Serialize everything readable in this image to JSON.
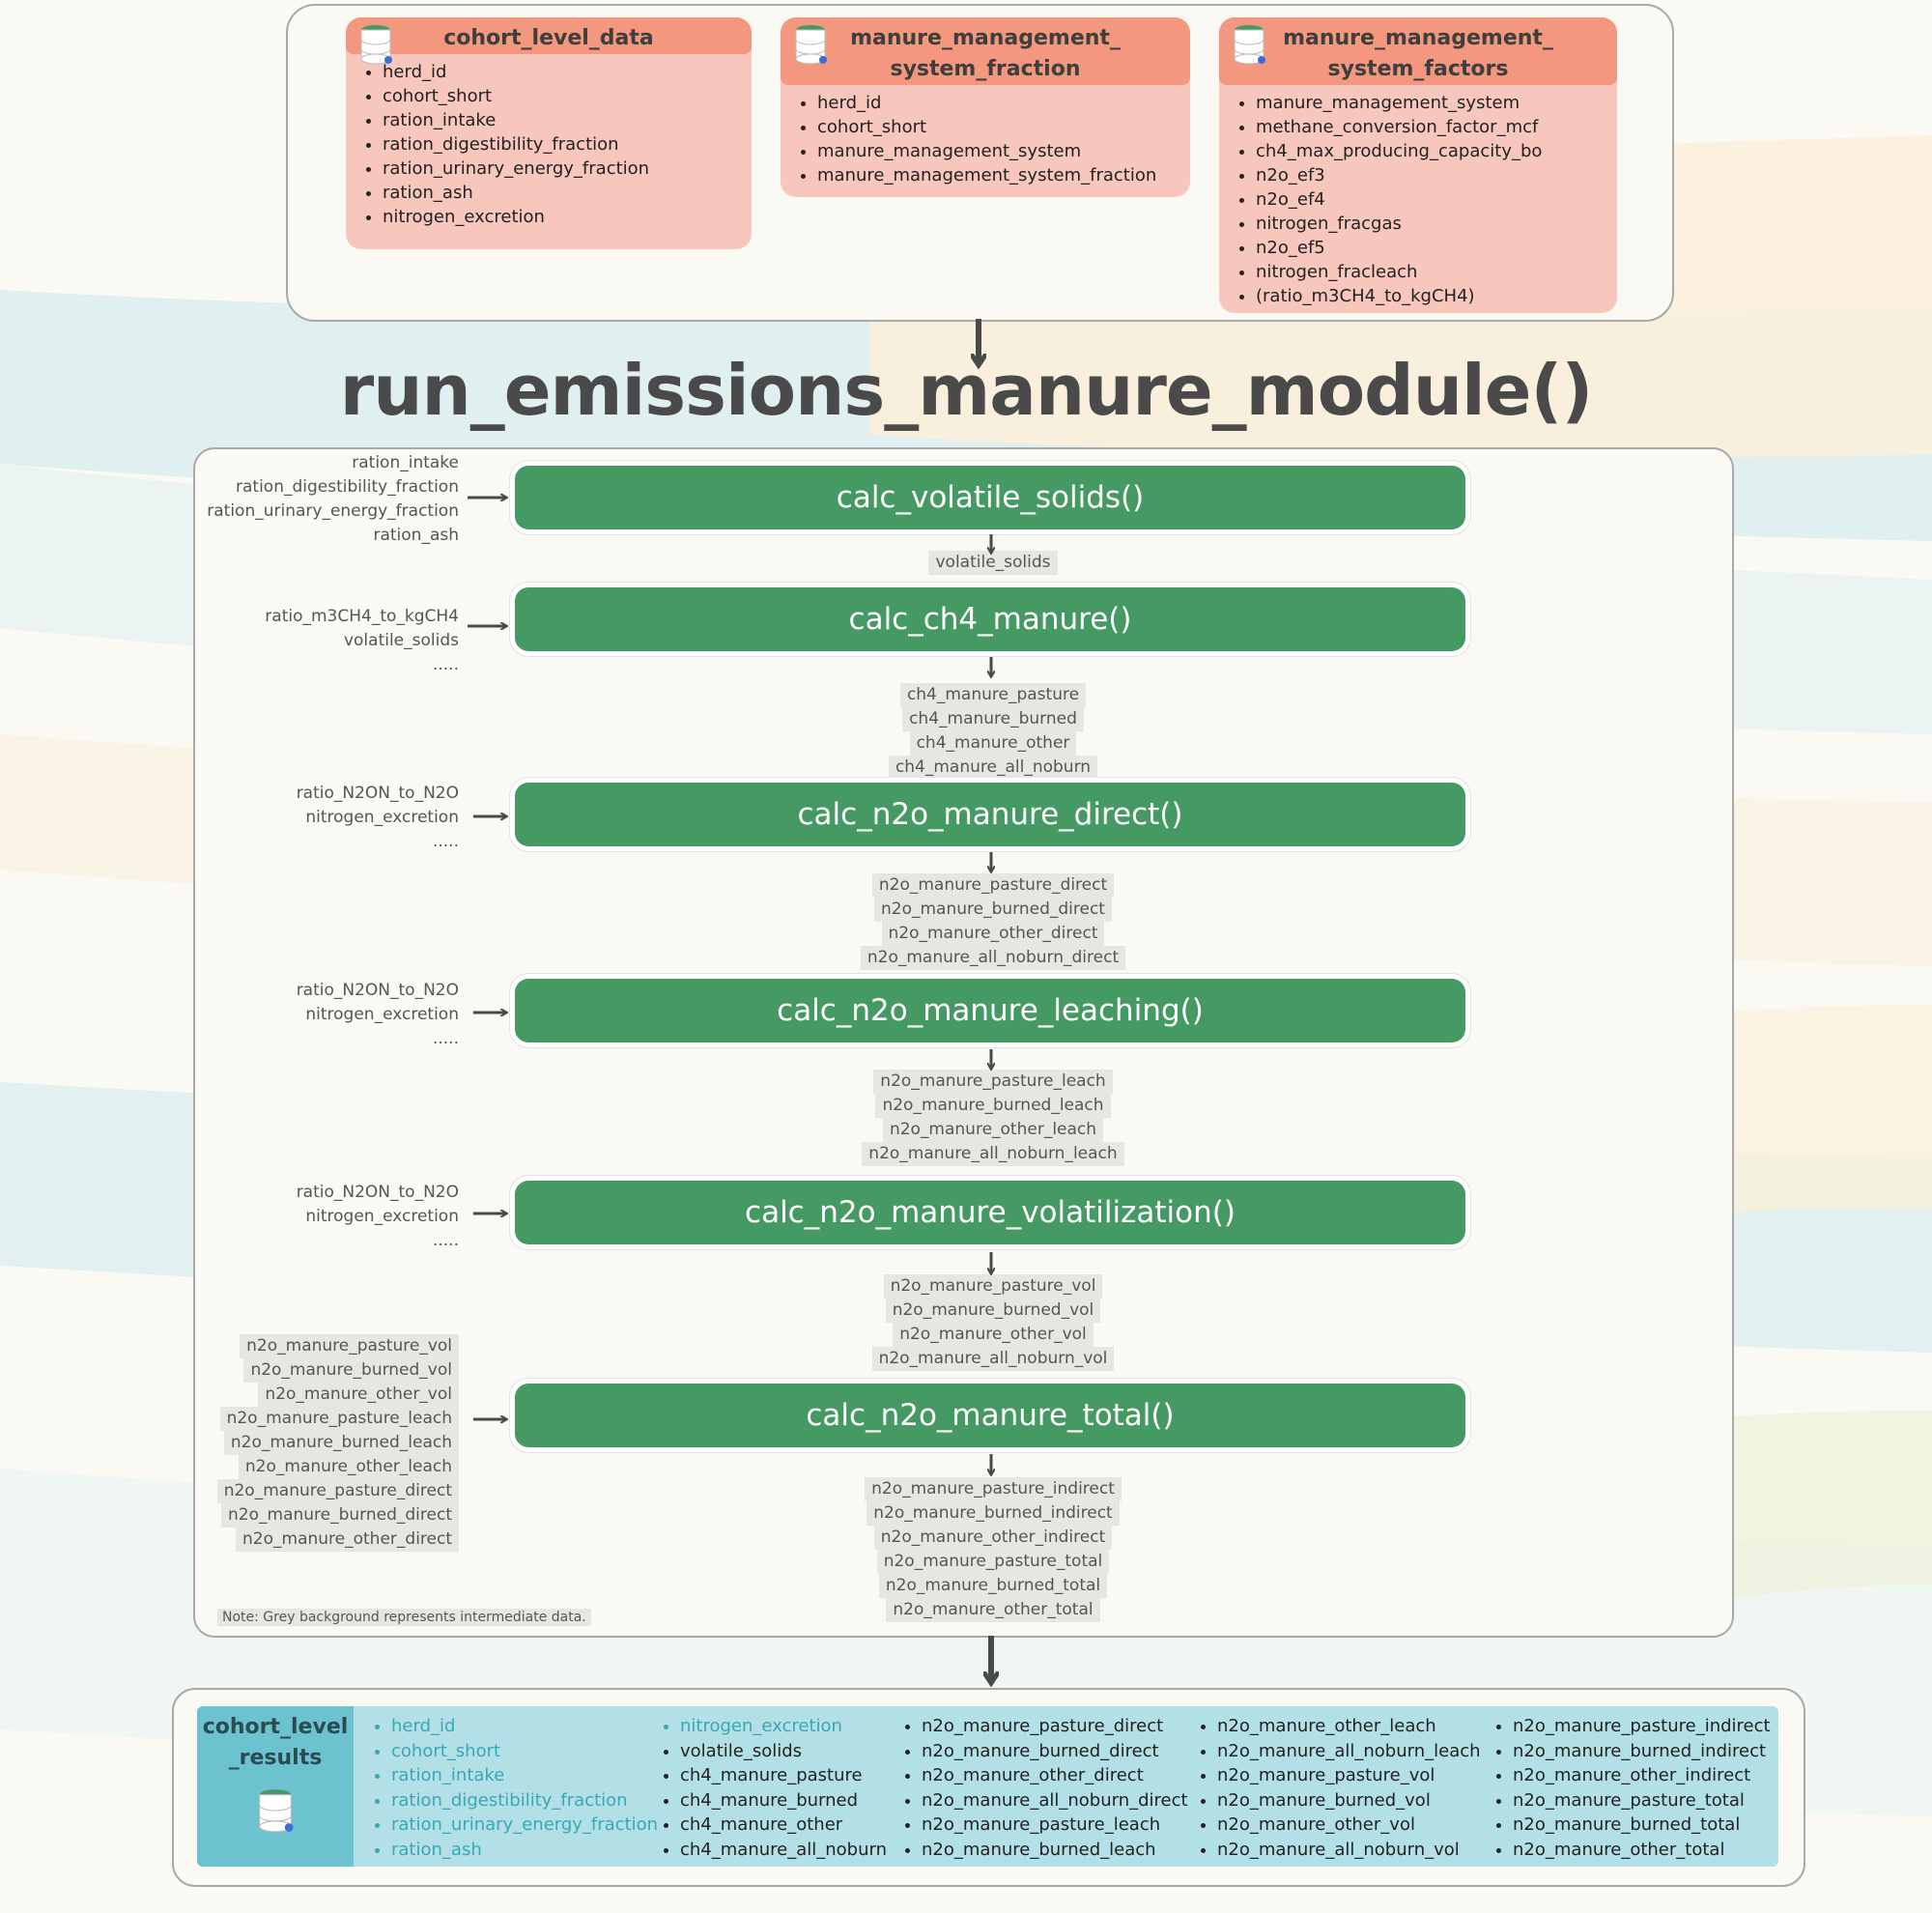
{
  "sources": [
    {
      "title_lines": [
        "cohort_level_data"
      ],
      "fields": [
        "herd_id",
        "cohort_short",
        "ration_intake",
        "ration_digestibility_fraction",
        "ration_urinary_energy_fraction",
        "ration_ash",
        "nitrogen_excretion"
      ]
    },
    {
      "title_lines": [
        "manure_management_",
        "system_fraction"
      ],
      "fields": [
        "herd_id",
        "cohort_short",
        "manure_management_system",
        "manure_management_system_fraction"
      ]
    },
    {
      "title_lines": [
        "manure_management_",
        "system_factors"
      ],
      "fields": [
        "manure_management_system",
        "methane_conversion_factor_mcf",
        "ch4_max_producing_capacity_bo",
        "n2o_ef3",
        "n2o_ef4",
        "nitrogen_fracgas",
        "n2o_ef5",
        "nitrogen_fracleach",
        "(ratio_m3CH4_to_kgCH4)"
      ]
    }
  ],
  "main_title": "run_emissions_manure_module()",
  "functions": [
    {
      "name": "calc_volatile_solids()",
      "inputs": [
        "ration_intake",
        "ration_digestibility_fraction",
        "ration_urinary_energy_fraction",
        "ration_ash"
      ],
      "outputs": [
        "volatile_solids"
      ]
    },
    {
      "name": "calc_ch4_manure()",
      "inputs": [
        "ratio_m3CH4_to_kgCH4",
        "volatile_solids",
        "....."
      ],
      "outputs": [
        "ch4_manure_pasture",
        "ch4_manure_burned",
        "ch4_manure_other",
        "ch4_manure_all_noburn"
      ]
    },
    {
      "name": "calc_n2o_manure_direct()",
      "inputs": [
        "ratio_N2ON_to_N2O",
        "nitrogen_excretion",
        "....."
      ],
      "outputs": [
        "n2o_manure_pasture_direct",
        "n2o_manure_burned_direct",
        "n2o_manure_other_direct",
        "n2o_manure_all_noburn_direct"
      ]
    },
    {
      "name": "calc_n2o_manure_leaching()",
      "inputs": [
        "ratio_N2ON_to_N2O",
        "nitrogen_excretion",
        "....."
      ],
      "outputs": [
        "n2o_manure_pasture_leach",
        "n2o_manure_burned_leach",
        "n2o_manure_other_leach",
        "n2o_manure_all_noburn_leach"
      ]
    },
    {
      "name": "calc_n2o_manure_volatilization()",
      "inputs": [
        "ratio_N2ON_to_N2O",
        "nitrogen_excretion",
        "....."
      ],
      "outputs": [
        "n2o_manure_pasture_vol",
        "n2o_manure_burned_vol",
        "n2o_manure_other_vol",
        "n2o_manure_all_noburn_vol"
      ]
    },
    {
      "name": "calc_n2o_manure_total()",
      "inputs": [
        "n2o_manure_pasture_vol",
        "n2o_manure_burned_vol",
        "n2o_manure_other_vol",
        "n2o_manure_pasture_leach",
        "n2o_manure_burned_leach",
        "n2o_manure_other_leach",
        "n2o_manure_pasture_direct",
        "n2o_manure_burned_direct",
        "n2o_manure_other_direct"
      ],
      "outputs": [
        "n2o_manure_pasture_indirect",
        "n2o_manure_burned_indirect",
        "n2o_manure_other_indirect",
        "n2o_manure_pasture_total",
        "n2o_manure_burned_total",
        "n2o_manure_other_total"
      ]
    }
  ],
  "note": "Note: Grey background represents intermediate data.",
  "result": {
    "title_lines": [
      "cohort_level",
      "_results"
    ],
    "passthrough": [
      "herd_id",
      "cohort_short",
      "ration_intake",
      "ration_digestibility_fraction",
      "ration_urinary_energy_fraction",
      "ration_ash",
      "nitrogen_excretion"
    ],
    "columns": [
      [
        "herd_id",
        "cohort_short",
        "ration_intake",
        "ration_digestibility_fraction",
        "ration_urinary_energy_fraction",
        "ration_ash"
      ],
      [
        "nitrogen_excretion",
        "volatile_solids",
        "ch4_manure_pasture",
        "ch4_manure_burned",
        "ch4_manure_other",
        "ch4_manure_all_noburn"
      ],
      [
        "n2o_manure_pasture_direct",
        "n2o_manure_burned_direct",
        "n2o_manure_other_direct",
        "n2o_manure_all_noburn_direct",
        "n2o_manure_pasture_leach",
        "n2o_manure_burned_leach"
      ],
      [
        "n2o_manure_other_leach",
        "n2o_manure_all_noburn_leach",
        "n2o_manure_pasture_vol",
        "n2o_manure_burned_vol",
        "n2o_manure_other_vol",
        "n2o_manure_all_noburn_vol"
      ],
      [
        "n2o_manure_pasture_indirect",
        "n2o_manure_burned_indirect",
        "n2o_manure_other_indirect",
        "n2o_manure_pasture_total",
        "n2o_manure_burned_total",
        "n2o_manure_other_total"
      ]
    ]
  },
  "colors": {
    "function_green": "#449a62",
    "source_head": "#f4977f",
    "source_body": "#f7c6bd",
    "result_teal": "#6cc3cf",
    "result_panel": "#b2e0e6",
    "intermediate_grey": "#e8e6e3"
  }
}
